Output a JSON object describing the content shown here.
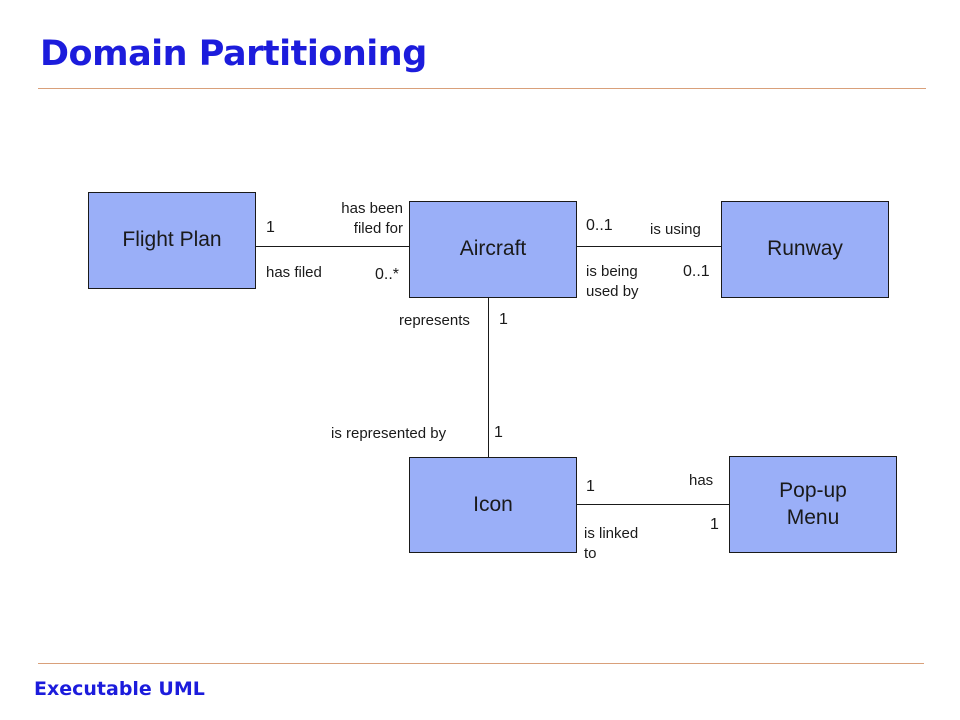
{
  "title": "Domain Partitioning",
  "footer": "Executable UML",
  "colors": {
    "title": "#1c1cdc",
    "rule": "#d9a07a",
    "box_fill": "#9aaff8"
  },
  "classes": {
    "flight_plan": "Flight Plan",
    "aircraft": "Aircraft",
    "runway": "Runway",
    "icon": "Icon",
    "popup_menu_line1": "Pop-up",
    "popup_menu_line2": "Menu"
  },
  "associations": {
    "flightplan_aircraft": {
      "fp_mult": "1",
      "fp_role": "has filed",
      "ac_role_line1": "has been",
      "ac_role_line2": "filed for",
      "ac_mult": "0..*"
    },
    "aircraft_runway": {
      "ac_mult": "0..1",
      "ac_role_line1": "is being",
      "ac_role_line2": "used by",
      "rw_role": "is using",
      "rw_mult": "0..1"
    },
    "aircraft_icon": {
      "ac_role": "represents",
      "ac_mult": "1",
      "icon_role": "is represented by",
      "icon_mult": "1"
    },
    "icon_popup": {
      "icon_mult": "1",
      "icon_role_line1": "is linked",
      "icon_role_line2": "to",
      "menu_role": "has",
      "menu_mult": "1"
    }
  }
}
